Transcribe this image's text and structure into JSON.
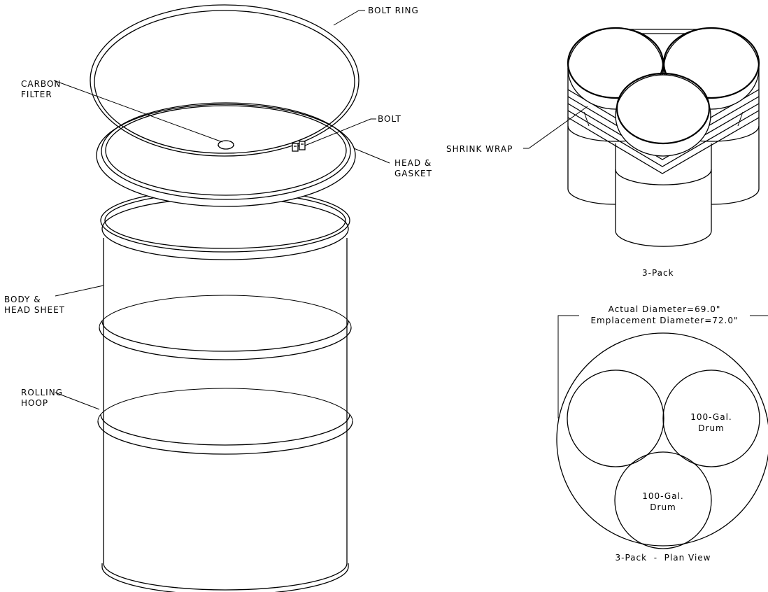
{
  "drum_labels": {
    "bolt_ring": "BOLT RING",
    "carbon_filter_l1": "CARBON",
    "carbon_filter_l2": "FILTER",
    "bolt": "BOLT",
    "head_gasket_l1": "HEAD &",
    "head_gasket_l2": "GASKET",
    "body_sheet_l1": "BODY &",
    "body_sheet_l2": "HEAD SHEET",
    "rolling_hoop_l1": "ROLLING",
    "rolling_hoop_l2": "HOOP"
  },
  "three_pack": {
    "shrink_wrap": "SHRINK WRAP",
    "caption": "3-Pack"
  },
  "plan_view": {
    "actual_diameter": "Actual Diameter=69.0\"",
    "emplacement_diameter": "Emplacement Diameter=72.0\"",
    "drum_right_l1": "100-Gal.",
    "drum_right_l2": "Drum",
    "drum_bottom_l1": "100-Gal.",
    "drum_bottom_l2": "Drum",
    "caption": "3-Pack  -  Plan View"
  }
}
